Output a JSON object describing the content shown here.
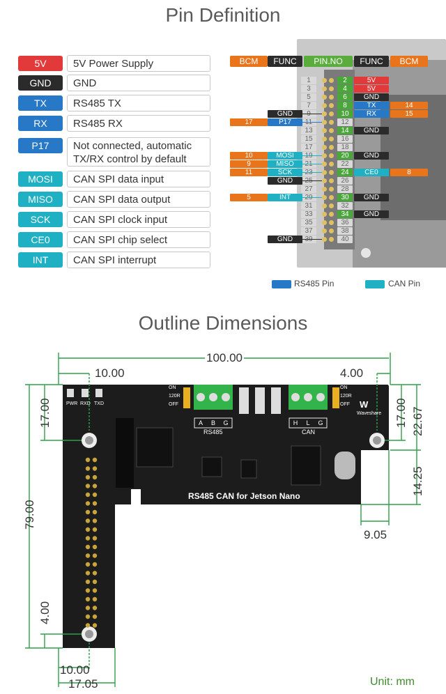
{
  "titles": {
    "pin": "Pin Definition",
    "outline": "Outline Dimensions"
  },
  "colors": {
    "red": "#e23a3a",
    "dark": "#2b2b2b",
    "blue": "#2878c8",
    "teal": "#1fb0c4",
    "orange": "#e8741c",
    "green": "#5aad3c",
    "board": "#1c1c1c",
    "dim_line": "#2e9f4a",
    "unit": "#3f8a2c"
  },
  "legend": [
    {
      "tag": "5V",
      "desc": "5V Power Supply",
      "color": "red"
    },
    {
      "tag": "GND",
      "desc": "GND",
      "color": "dark"
    },
    {
      "tag": "TX",
      "desc": "RS485 TX",
      "color": "blue"
    },
    {
      "tag": "RX",
      "desc": "RS485 RX",
      "color": "blue"
    },
    {
      "tag": "P17",
      "desc": "Not connected, automatic TX/RX control by default",
      "color": "blue"
    },
    {
      "tag": "MOSI",
      "desc": "CAN SPI data input",
      "color": "teal"
    },
    {
      "tag": "MISO",
      "desc": "CAN SPI data output",
      "color": "teal"
    },
    {
      "tag": "SCK",
      "desc": "CAN SPI clock input",
      "color": "teal"
    },
    {
      "tag": "CE0",
      "desc": "CAN SPI chip select",
      "color": "teal"
    },
    {
      "tag": "INT",
      "desc": "CAN SPI interrupt",
      "color": "teal"
    }
  ],
  "pin_header": {
    "bcm_left": "BCM",
    "func_left": "FUNC",
    "pinno": "PIN.NO",
    "func_right": "FUNC",
    "bcm_right": "BCM"
  },
  "pin_rows": [
    {
      "l": "1",
      "r": "2",
      "rf": "5V",
      "rfc": "red"
    },
    {
      "l": "3",
      "r": "4",
      "rf": "5V",
      "rfc": "red"
    },
    {
      "l": "5",
      "r": "6",
      "rf": "GND",
      "rfc": "dark"
    },
    {
      "l": "7",
      "r": "8",
      "rf": "TX",
      "rfc": "blue",
      "rb": "14"
    },
    {
      "l": "9",
      "r": "10",
      "lf": "GND",
      "lfc": "dark",
      "rf": "RX",
      "rfc": "blue",
      "rb": "15"
    },
    {
      "l": "11",
      "r": "12",
      "lf": "P17",
      "lfc": "blue",
      "lb": "17"
    },
    {
      "l": "13",
      "r": "14",
      "rf": "GND",
      "rfc": "dark"
    },
    {
      "l": "15",
      "r": "16"
    },
    {
      "l": "17",
      "r": "18"
    },
    {
      "l": "19",
      "r": "20",
      "lf": "MOSI",
      "lfc": "teal",
      "lb": "10",
      "rf": "GND",
      "rfc": "dark"
    },
    {
      "l": "21",
      "r": "22",
      "lf": "MISO",
      "lfc": "teal",
      "lb": "9"
    },
    {
      "l": "23",
      "r": "24",
      "lf": "SCK",
      "lfc": "teal",
      "lb": "11",
      "rf": "CE0",
      "rfc": "teal",
      "rb": "8"
    },
    {
      "l": "25",
      "r": "26",
      "lf": "GND",
      "lfc": "dark"
    },
    {
      "l": "27",
      "r": "28"
    },
    {
      "l": "29",
      "r": "30",
      "lf": "INT",
      "lfc": "teal",
      "lb": "5",
      "rf": "GND",
      "rfc": "dark"
    },
    {
      "l": "31",
      "r": "32"
    },
    {
      "l": "33",
      "r": "34",
      "rf": "GND",
      "rfc": "dark"
    },
    {
      "l": "35",
      "r": "36"
    },
    {
      "l": "37",
      "r": "38"
    },
    {
      "l": "39",
      "r": "40",
      "lf": "GND",
      "lfc": "dark"
    }
  ],
  "pin_key": {
    "rs485": "RS485 Pin",
    "can": "CAN Pin"
  },
  "board": {
    "name": "RS485 CAN for Jetson Nano",
    "brand": "Waveshare",
    "rs485_label": "RS485",
    "can_label": "CAN",
    "rs485_pins": [
      "A",
      "B",
      "G"
    ],
    "can_pins": [
      "H",
      "L",
      "G"
    ],
    "leds": [
      "PWR",
      "RXD",
      "TXD"
    ],
    "switch_labels": [
      "ON",
      "120R",
      "OFF"
    ]
  },
  "dimensions": {
    "width": "100.00",
    "left_inset": "10.00",
    "right_inset": "4.00",
    "left_top": "17.00",
    "right_top": "17.00",
    "right_total": "22.67",
    "height": "79.00",
    "bottom_hole": "4.00",
    "notch_h": "14.25",
    "notch_w": "9.05",
    "bottom_hole_x": "10.00",
    "bottom_width": "17.05"
  },
  "unit": "Unit: mm"
}
